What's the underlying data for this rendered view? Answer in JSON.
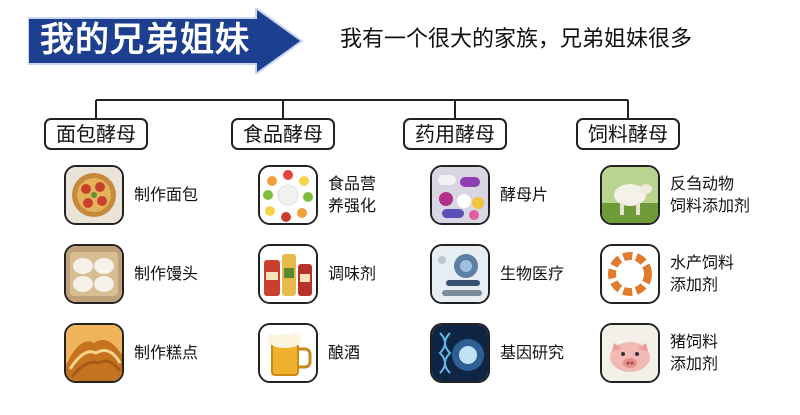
{
  "header": {
    "title": "我的兄弟姐妹",
    "subtitle": "我有一个很大的家族，兄弟姐妹很多",
    "banner_color": "#1d3f8f"
  },
  "categories": [
    {
      "label": "面包酵母",
      "items": [
        {
          "label": "制作面包",
          "icon": "bread-pizza-icon"
        },
        {
          "label": "制作馒头",
          "icon": "steamed-bun-icon"
        },
        {
          "label": "制作糕点",
          "icon": "pastry-icon"
        }
      ]
    },
    {
      "label": "食品酵母",
      "items": [
        {
          "label": "食品营\n养强化",
          "icon": "nutrient-pills-icon"
        },
        {
          "label": "调味剂",
          "icon": "seasoning-jars-icon"
        },
        {
          "label": "酿酒",
          "icon": "beer-mug-icon"
        }
      ]
    },
    {
      "label": "药用酵母",
      "items": [
        {
          "label": "酵母片",
          "icon": "tablets-icon"
        },
        {
          "label": "生物医疗",
          "icon": "microscope-icon"
        },
        {
          "label": "基因研究",
          "icon": "dna-researcher-icon"
        }
      ]
    },
    {
      "label": "饲料酵母",
      "items": [
        {
          "label": "反刍动物\n饲料添加剂",
          "icon": "sheep-icon"
        },
        {
          "label": "水产饲料\n添加剂",
          "icon": "fish-ring-icon"
        },
        {
          "label": "猪饲料\n添加剂",
          "icon": "pig-icon"
        }
      ]
    }
  ]
}
